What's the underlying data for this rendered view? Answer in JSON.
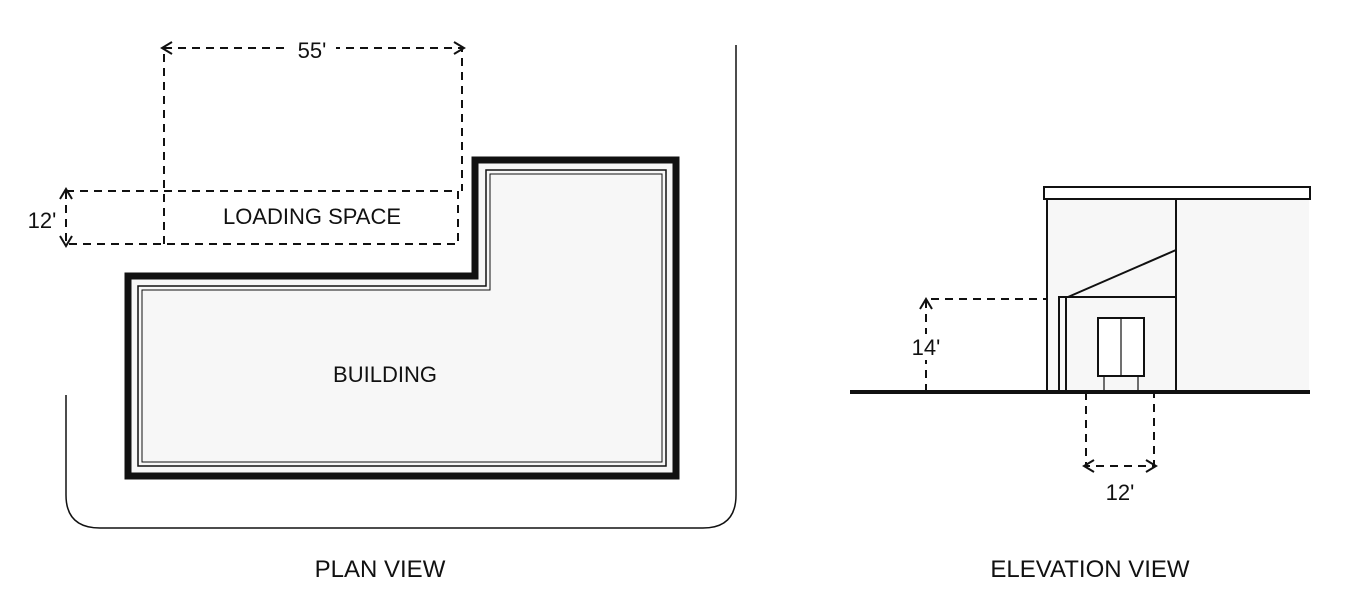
{
  "plan_view": {
    "caption": "PLAN VIEW",
    "building_label": "BUILDING",
    "loading_space_label": "LOADING SPACE",
    "length_dimension": "55'",
    "width_dimension": "12'"
  },
  "elevation_view": {
    "caption": "ELEVATION VIEW",
    "height_dimension": "14'",
    "width_dimension": "12'"
  },
  "colors": {
    "line": "#111111",
    "building_fill": "#f7f7f7",
    "background": "#ffffff"
  }
}
